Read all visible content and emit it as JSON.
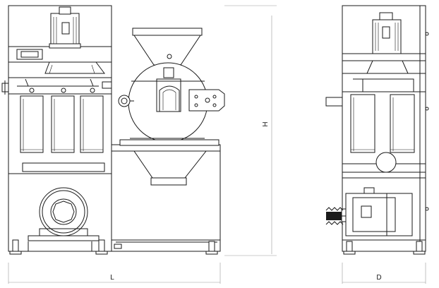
{
  "dimensions": {
    "length_label": "L",
    "height_label": "H",
    "depth_label": "D"
  },
  "views": [
    "front-view",
    "side-view"
  ]
}
